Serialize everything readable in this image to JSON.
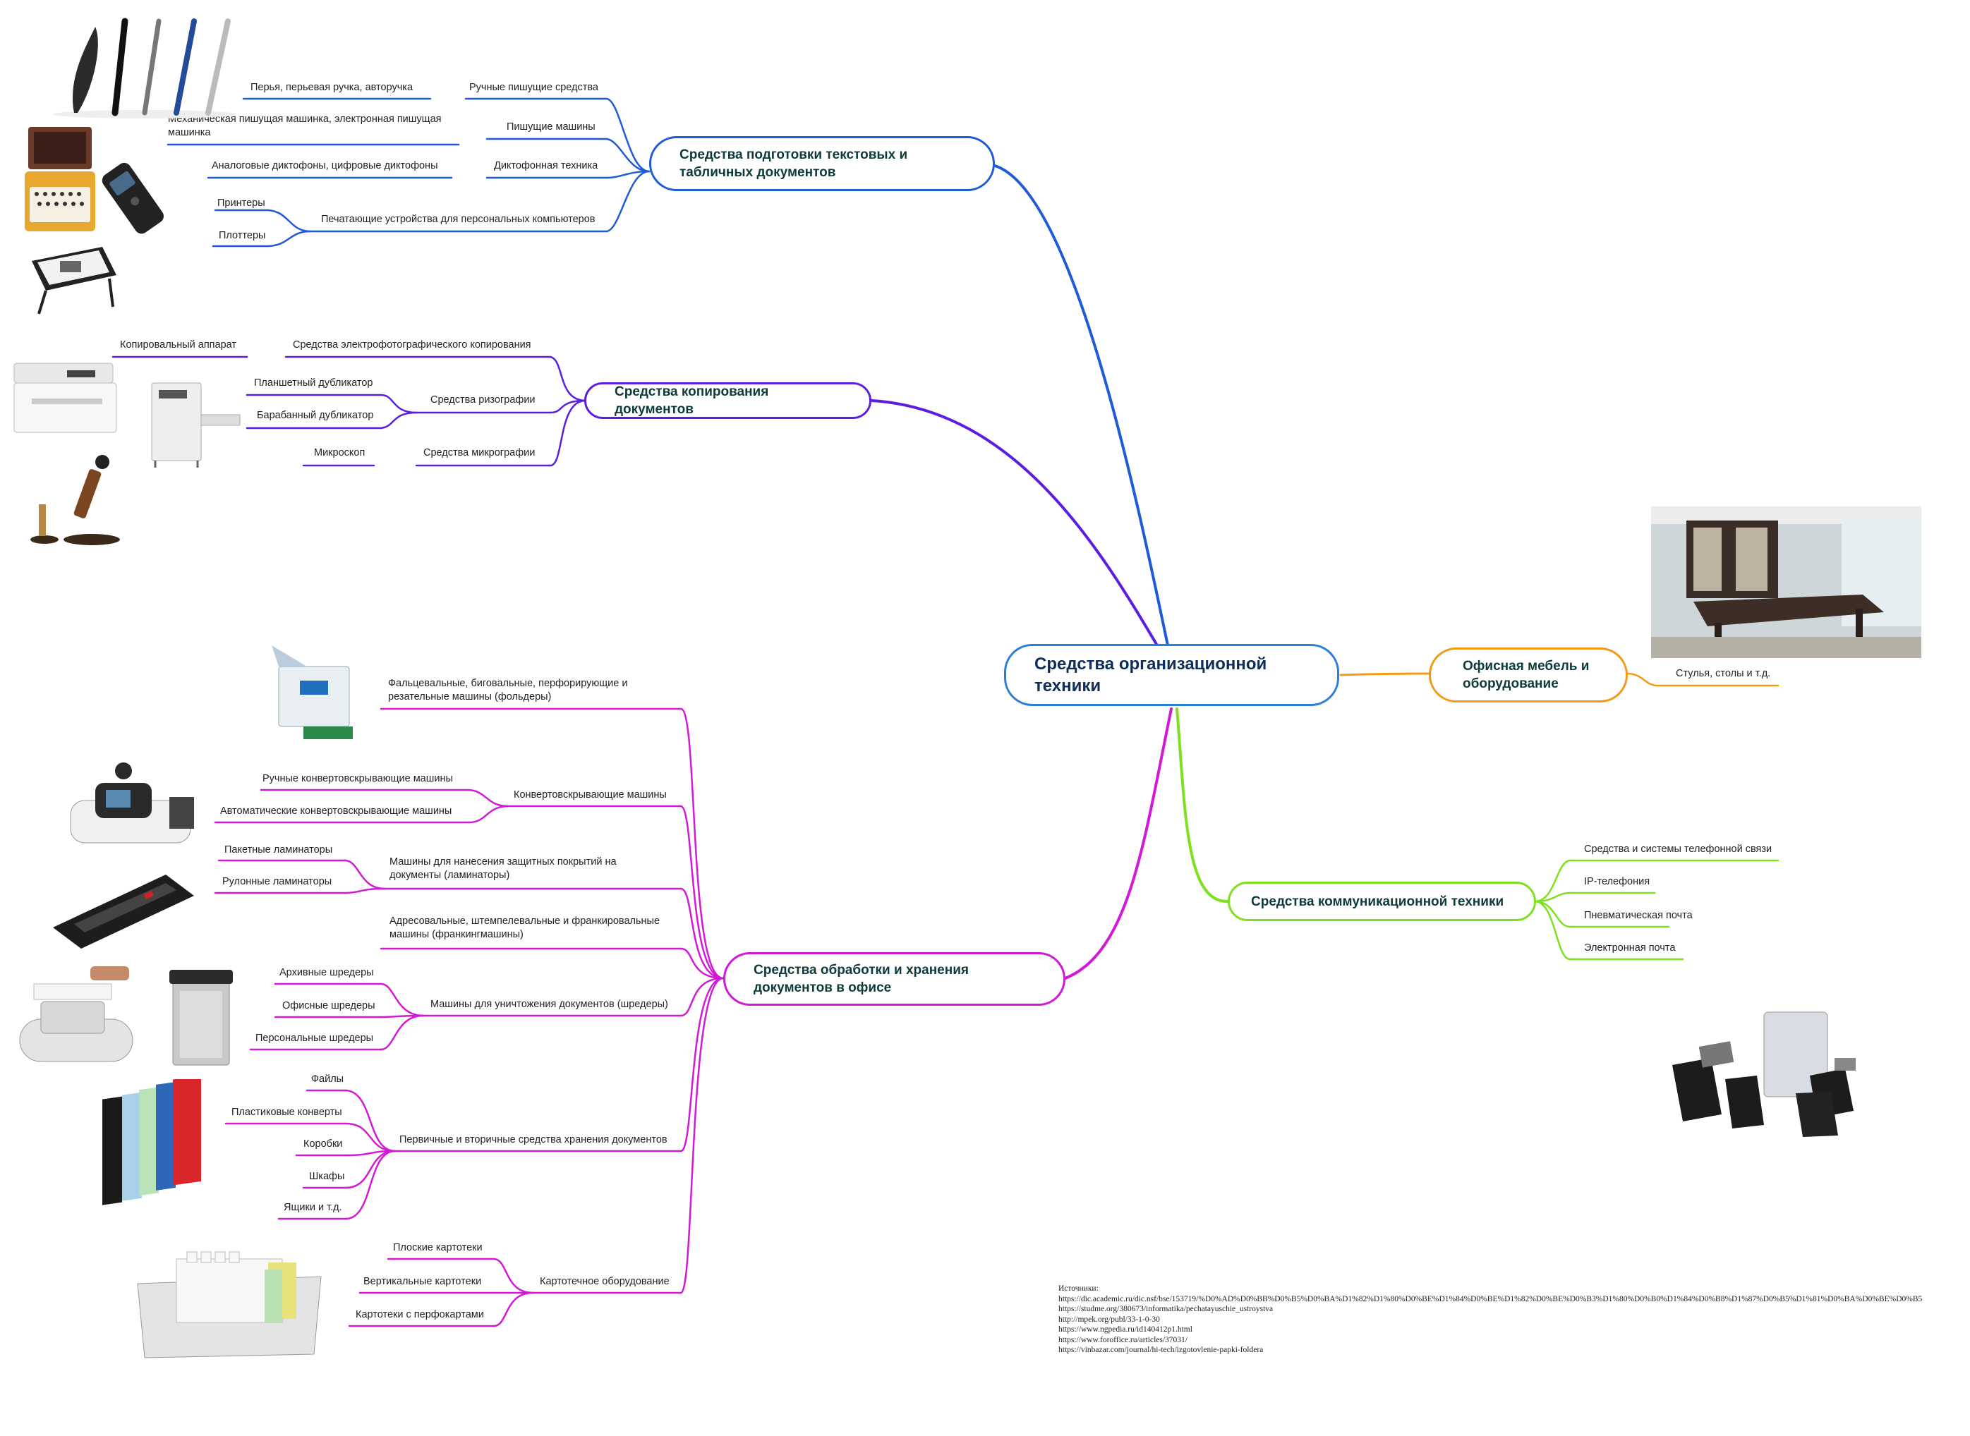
{
  "center": "Средства организационной техники",
  "branches": {
    "text_prep": {
      "title": "Средства подготовки текстовых и табличных документов",
      "color": "#1f5bd6",
      "items": {
        "handwriting": "Ручные пишущие средства",
        "handwriting_sub": "Перья, перьевая ручка, авторучка",
        "typewriters": "Пишущие машины",
        "typewriters_sub": "Механическая пишущая машинка, электронная пишущая машинка",
        "dictation": "Диктофонная техника",
        "dictation_sub": "Аналоговые диктофоны, цифровые диктофоны",
        "printing": "Печатающие устройства для персональных компьютеров",
        "printers": "Принтеры",
        "plotters": "Плоттеры"
      }
    },
    "copying": {
      "title": "Средства копирования документов",
      "color": "#5b1ee0",
      "items": {
        "electrophoto": "Средства электрофотографического копирования",
        "copier": "Копировальный аппарат",
        "riso": "Средства ризографии",
        "flatbed_dup": "Планшетный дубликатор",
        "drum_dup": "Барабанный дубликатор",
        "micro": "Средства микрографии",
        "microscope": "Микроскоп"
      }
    },
    "processing": {
      "title": "Средства обработки и хранения документов в офисе",
      "color": "#d21ad6",
      "items": {
        "folders": "Фальцевальные, биговальные, перфорирующие и резательные машины (фольдеры)",
        "envelope": "Конвертовскрывающие машины",
        "env_manual": "Ручные конвертовскрывающие машины",
        "env_auto": "Автоматические конвертовскрывающие машины",
        "laminators": "Машины для нанесения защитных покрытий на документы (ламинаторы)",
        "lam_pack": "Пакетные ламинаторы",
        "lam_roll": "Рулонные ламинаторы",
        "franking": "Адресовальные, штемпелевальные и франкировальные машины (франкингмашины)",
        "shredders": "Машины для уничтожения документов (шредеры)",
        "shred_archive": "Архивные шредеры",
        "shred_office": "Офисные шредеры",
        "shred_personal": "Персональные шредеры",
        "storage": "Первичные и вторичные средства хранения документов",
        "files": "Файлы",
        "envelopes": "Пластиковые конверты",
        "boxes": "Коробки",
        "cabinets": "Шкафы",
        "drawers": "Ящики и т.д.",
        "cardfile": "Картотечное оборудование",
        "card_flat": "Плоские картотеки",
        "card_vert": "Вертикальные картотеки",
        "card_punch": "Картотеки с перфокартами"
      }
    },
    "furniture": {
      "title": "Офисная мебель и оборудование",
      "color": "#f29a17",
      "items": {
        "chairs": "Стулья, столы и т.д."
      }
    },
    "communication": {
      "title": "Средства коммуникационной техники",
      "color": "#7ee01f",
      "items": {
        "phone": "Средства и системы телефонной связи",
        "ip": "IP-телефония",
        "pneumatic": "Пневматическая почта",
        "email": "Электронная почта"
      }
    }
  },
  "sources": {
    "heading": "Источники:",
    "lines": [
      "https://dic.academic.ru/dic.nsf/bse/153719/%D0%AD%D0%BB%D0%B5%D0%BA%D1%82%D1%80%D0%BE%D1%84%D0%BE%D1%82%D0%BE%D0%B3%D1%80%D0%B0%D1%84%D0%B8%D1%87%D0%B5%D1%81%D0%BA%D0%BE%D0%B5",
      "https://studme.org/380673/informatika/pechatayuschie_ustroystva",
      "http://mpek.org/publ/33-1-0-30",
      "https://www.ngpedia.ru/id140412p1.html",
      "https://www.foroffice.ru/articles/37031/",
      "https://vinbazar.com/journal/hi-tech/izgotovlenie-papki-foldera"
    ]
  }
}
